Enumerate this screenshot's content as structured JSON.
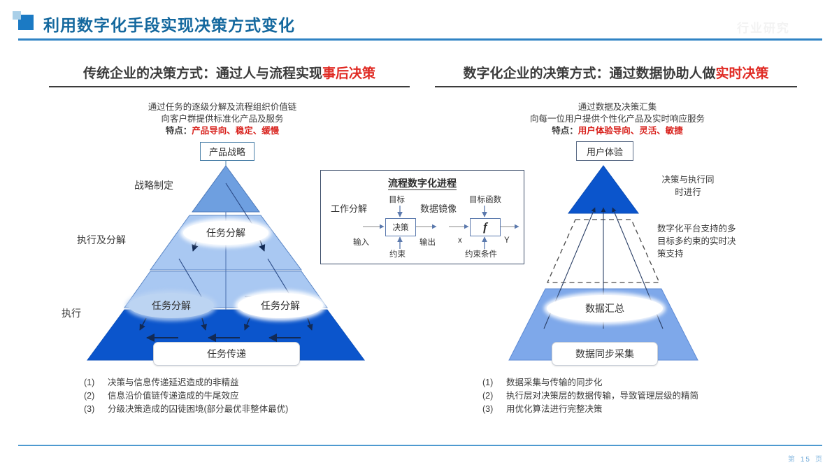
{
  "header": {
    "title": "利用数字化手段实现决策方式变化",
    "watermark": "行业研究",
    "marker_color": "#1b7ac4",
    "rule_color": "#2f83c4"
  },
  "footer": {
    "prefix": "第",
    "page_number": "15",
    "suffix": "页"
  },
  "left_panel": {
    "heading_main": "传统企业的决策方式：通过人与流程实现",
    "heading_accent": "事后决策",
    "desc_line1": "通过任务的逐级分解及流程组织价值链",
    "desc_line2": "向客户群提供标准化产品及服务",
    "feature_label": "特点：",
    "feature_value": "产品导向、稳定、缓慢",
    "top_box": "产品战略",
    "tier_labels": [
      "战略制定",
      "执行及分解",
      "执行"
    ],
    "ellipse_mid": "任务分解",
    "ellipse_left": "任务分解",
    "ellipse_right": "任务分解",
    "bottom_box": "任务传递",
    "bullets": [
      {
        "index": "(1)",
        "text": "决策与信息传递延迟造成的非精益"
      },
      {
        "index": "(2)",
        "text": "信息沿价值链传递造成的牛尾效应"
      },
      {
        "index": "(3)",
        "text": "分级决策造成的囚徒困境(部分最优非整体最优)"
      }
    ],
    "colors": {
      "tier_top": "#6e9fe0",
      "tier_mid": "#a9c8f2",
      "tier_bottom": "#0b55cc"
    }
  },
  "center_box": {
    "title": "流程数字化进程",
    "left_group_label": "工作分解",
    "left_node": "决策",
    "left_top": "目标",
    "left_bottom": "约束",
    "left_in": "输入",
    "left_out": "输出",
    "right_group_label": "数据镜像",
    "right_node": "f",
    "right_top": "目标函数",
    "right_bottom": "约束条件",
    "right_in": "x",
    "right_out": "Y"
  },
  "right_panel": {
    "heading_main": "数字化企业的决策方式：通过数据协助人做",
    "heading_accent": "实时决策",
    "desc_line1": "通过数据及决策汇集",
    "desc_line2": "向每一位用户提供个性化产品及实时响应服务",
    "feature_label": "特点：",
    "feature_value": "用户体验导向、灵活、敏捷",
    "top_box": "用户体验",
    "anno_top": "决策与执行同\n时进行",
    "anno_mid": "数字化平台支持的多\n目标多约束的实时决\n策支持",
    "ellipse_mid": "数据汇总",
    "bottom_box": "数据同步采集",
    "bullets": [
      {
        "index": "(1)",
        "text": "数据采集与传输的同步化"
      },
      {
        "index": "(2)",
        "text": "执行层对决策层的数据传输，导致管理层级的精简"
      },
      {
        "index": "(3)",
        "text": "用优化算法进行完整决策"
      }
    ],
    "colors": {
      "apex": "#0b55cc",
      "base": "#7ea8ea"
    }
  }
}
